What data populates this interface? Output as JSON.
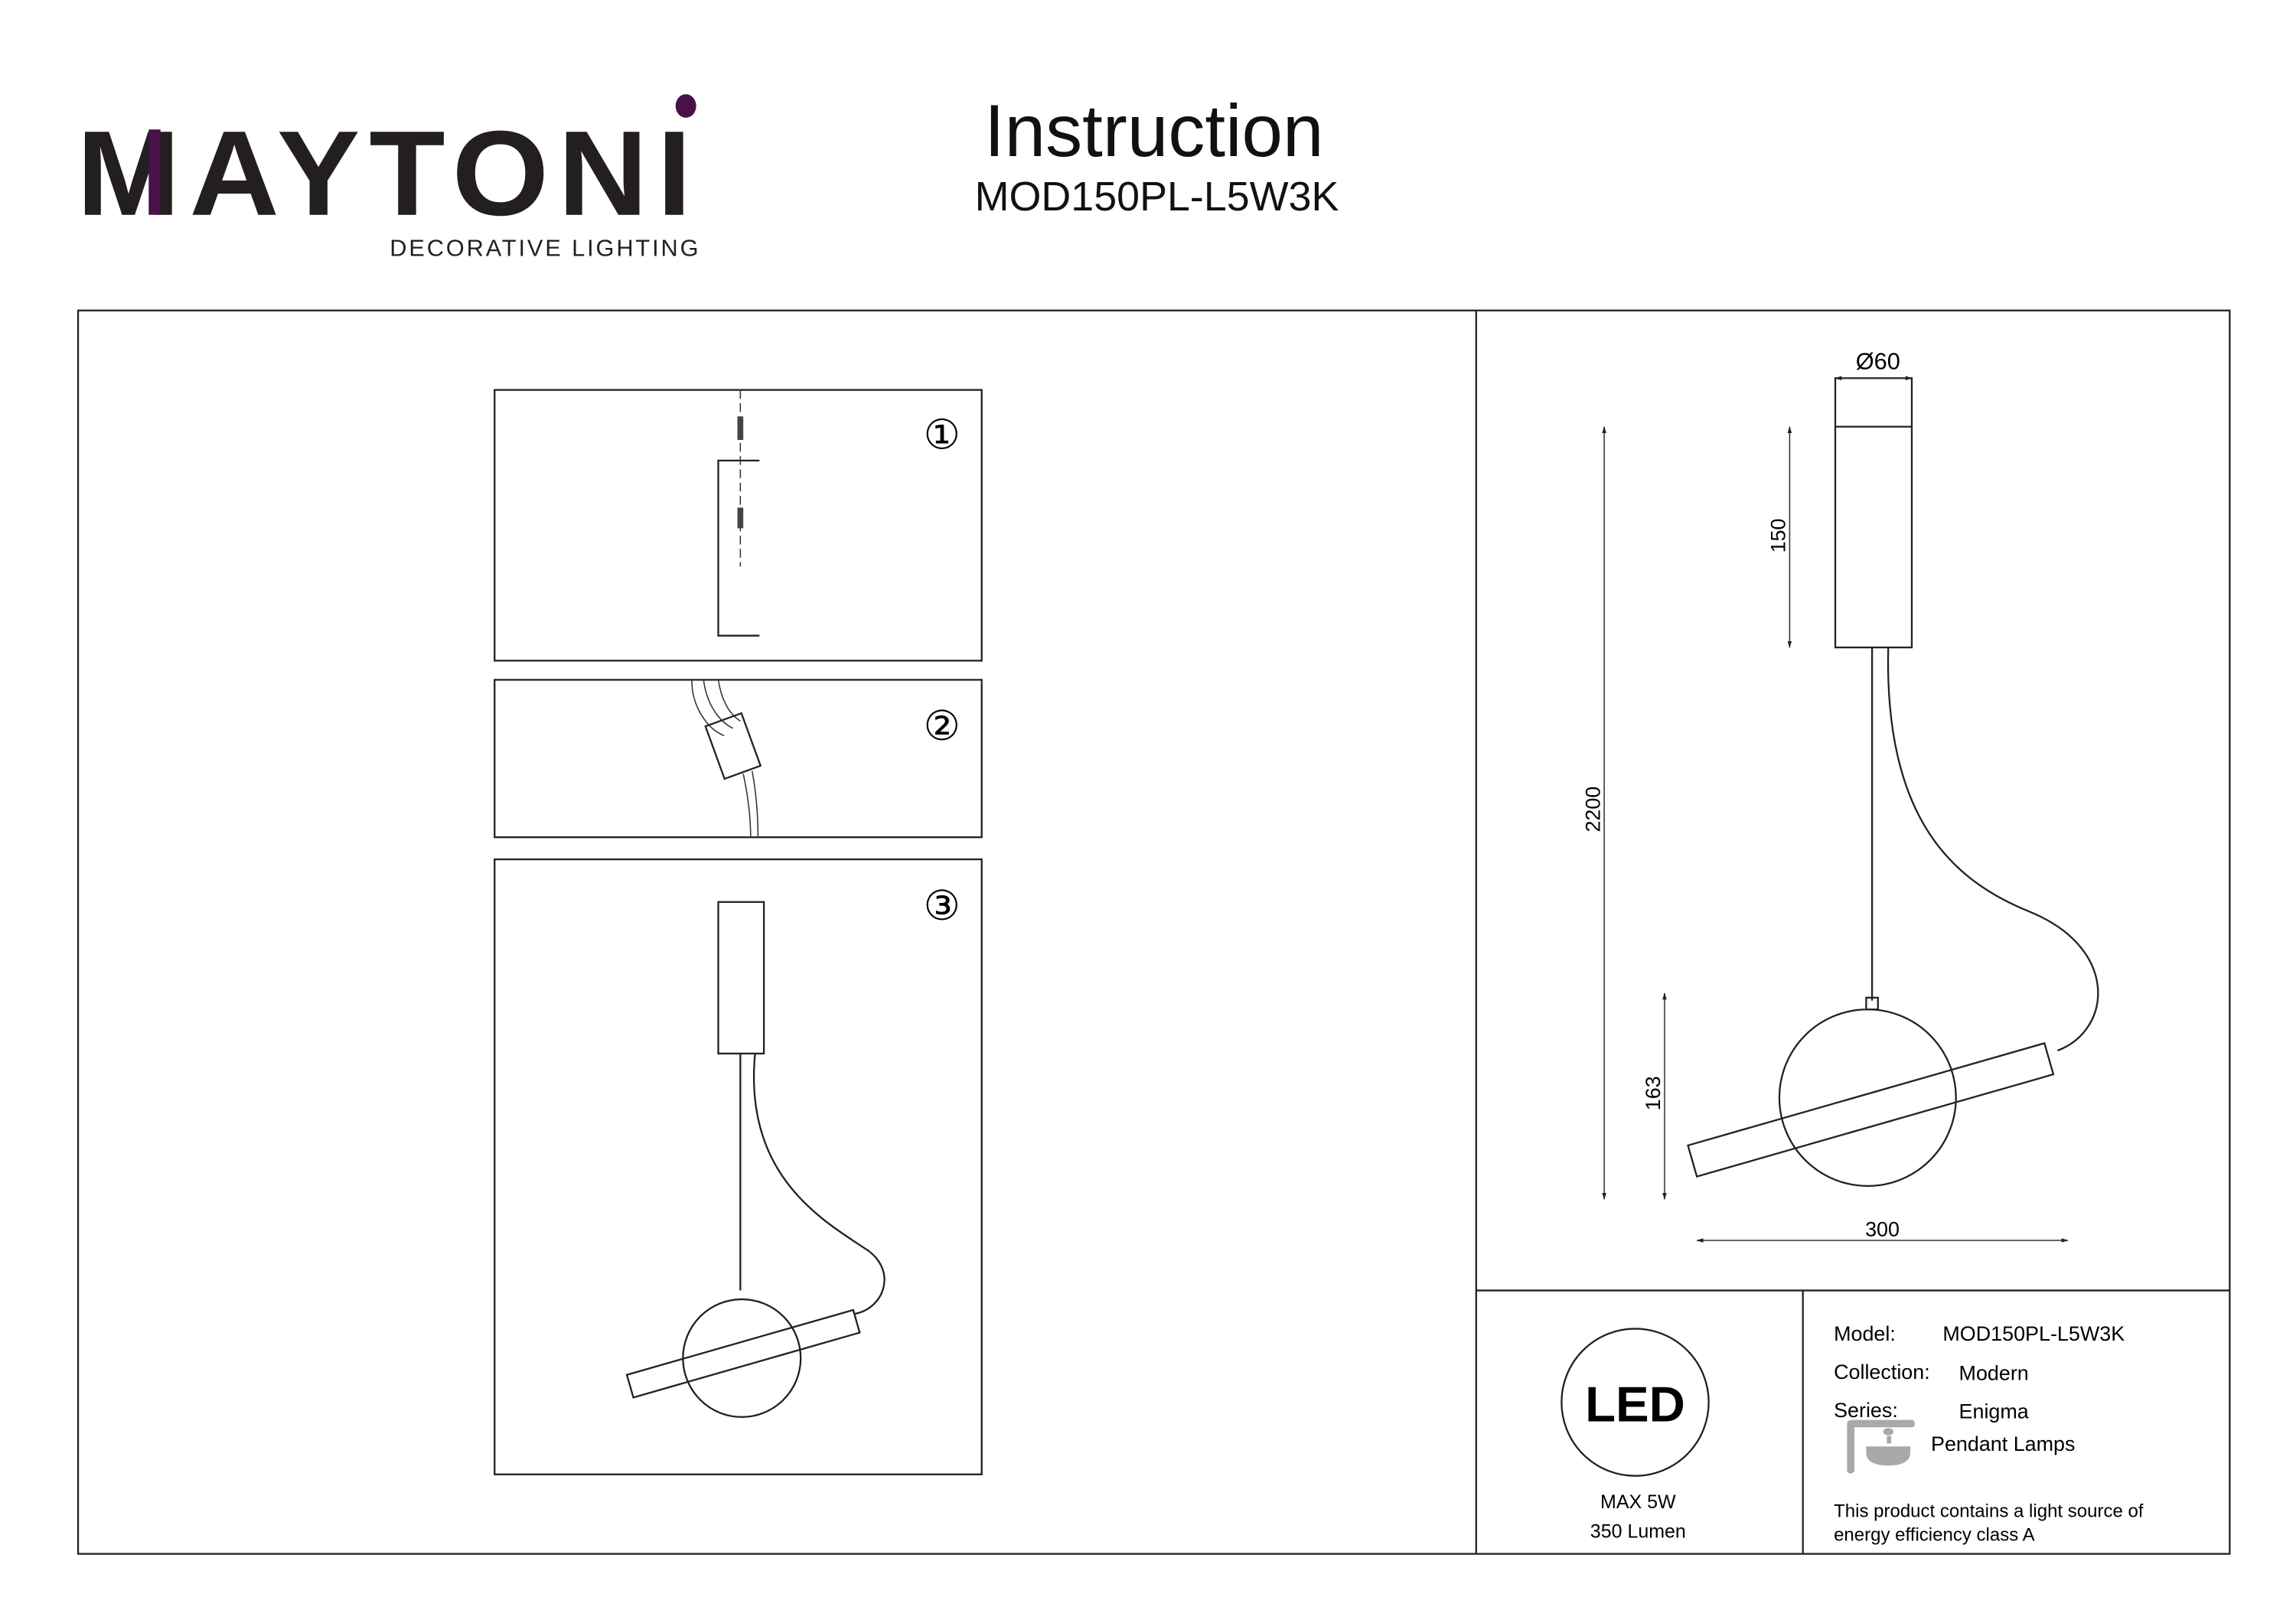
{
  "brand": {
    "name": "MAYTONI",
    "tagline": "DECORATIVE LIGHTING",
    "accent_color": "#4a1048"
  },
  "header": {
    "title": "Instruction",
    "model": "MOD150PL-L5W3K"
  },
  "steps": [
    "①",
    "②",
    "③"
  ],
  "dimensions": {
    "diameter": "Ø60",
    "canopy_height": "150",
    "total_height": "2200",
    "lamp_height": "163",
    "width": "300"
  },
  "led": {
    "badge": "LED",
    "power": "MAX 5W",
    "lumen": "350 Lumen"
  },
  "info": {
    "model_label": "Model:",
    "model_value": "MOD150PL-L5W3K",
    "collection_label": "Collection:",
    "collection_value": "Modern",
    "series_label": "Series:",
    "series_value": "Enigma",
    "type": "Pendant Lamps",
    "type_icon": "pendant-lamp-icon",
    "energy_line1": "This product contains a light source of",
    "energy_line2": "energy efficiency class A"
  }
}
